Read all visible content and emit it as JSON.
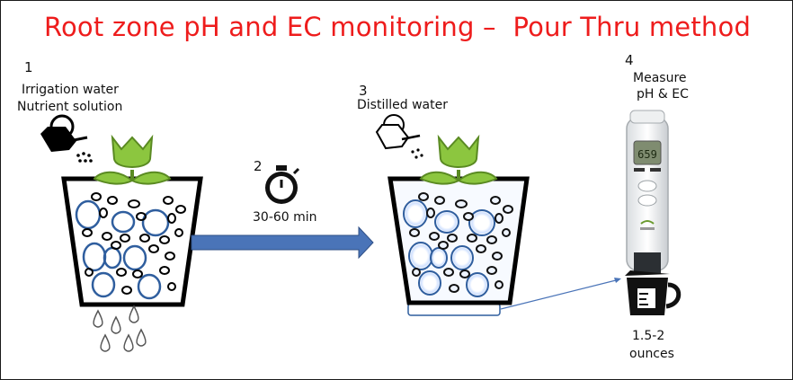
{
  "title": "Root zone pH and EC monitoring –  Pour Thru method",
  "steps": [
    {
      "number": "1",
      "lines": [
        "Irrigation water",
        "Nutrient solution"
      ]
    },
    {
      "number": "2",
      "lines": [
        "30-60 min"
      ]
    },
    {
      "number": "3",
      "lines": [
        "Distilled water"
      ]
    },
    {
      "number": "4",
      "lines": [
        "Measure",
        "pH & EC"
      ]
    }
  ],
  "sample_volume": [
    "1.5-2",
    "ounces"
  ],
  "meter_display": "659",
  "colors": {
    "title": "#ee1c1c",
    "arrow": "#4a74b8",
    "leaf": "#8cc63f",
    "pebble_blue": "#2f5e9e",
    "glow": "#cfe0ff"
  },
  "icons": [
    "watering-can-icon",
    "stopwatch-icon",
    "measuring-jug-icon",
    "ph-ec-meter-icon",
    "flower-icon"
  ]
}
